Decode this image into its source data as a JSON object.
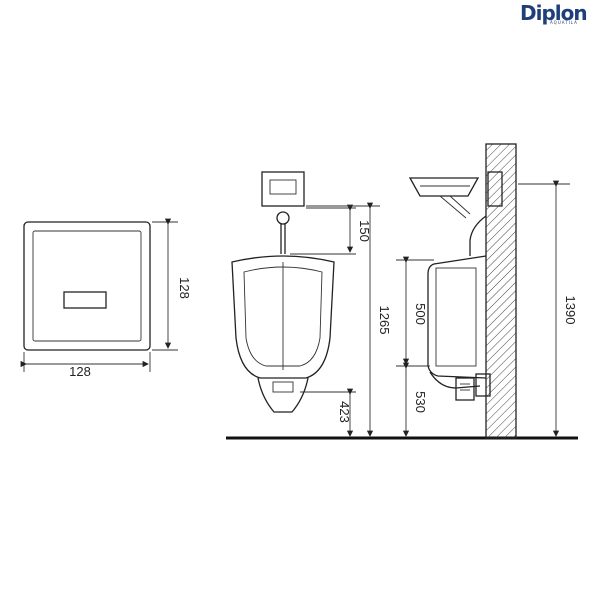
{
  "brand": {
    "name": "Diplon",
    "tagline": "AQUATILA"
  },
  "dimensions": {
    "panel_width": "128",
    "panel_height": "128",
    "sensor_offset": "150",
    "sensor_height": "1265",
    "urinal_bottom_height": "423",
    "urinal_height": "500",
    "side_bottom_height": "530",
    "wall_height": "1390"
  }
}
